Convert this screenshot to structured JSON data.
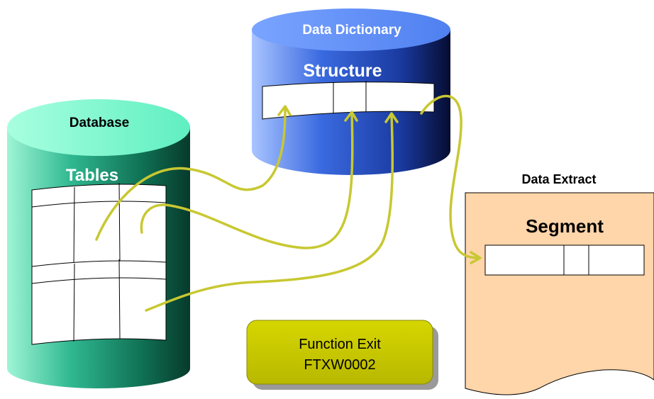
{
  "data_dictionary": {
    "label": "Data Dictionary",
    "structure_label": "Structure"
  },
  "database": {
    "label": "Database",
    "tables_label": "Tables"
  },
  "data_extract": {
    "label": "Data Extract",
    "segment_label": "Segment"
  },
  "function_exit": {
    "line1": "Function Exit",
    "line2": "FTXW0002"
  },
  "colors": {
    "database_top": "#7fffd4",
    "database_body": "#1a8c6a",
    "dictionary_top": "#5b8cff",
    "dictionary_body": "#2a55c8",
    "extract_fill": "#ffd5aa",
    "function_exit_fill": "#c8c800",
    "connector": "#c8c832"
  }
}
